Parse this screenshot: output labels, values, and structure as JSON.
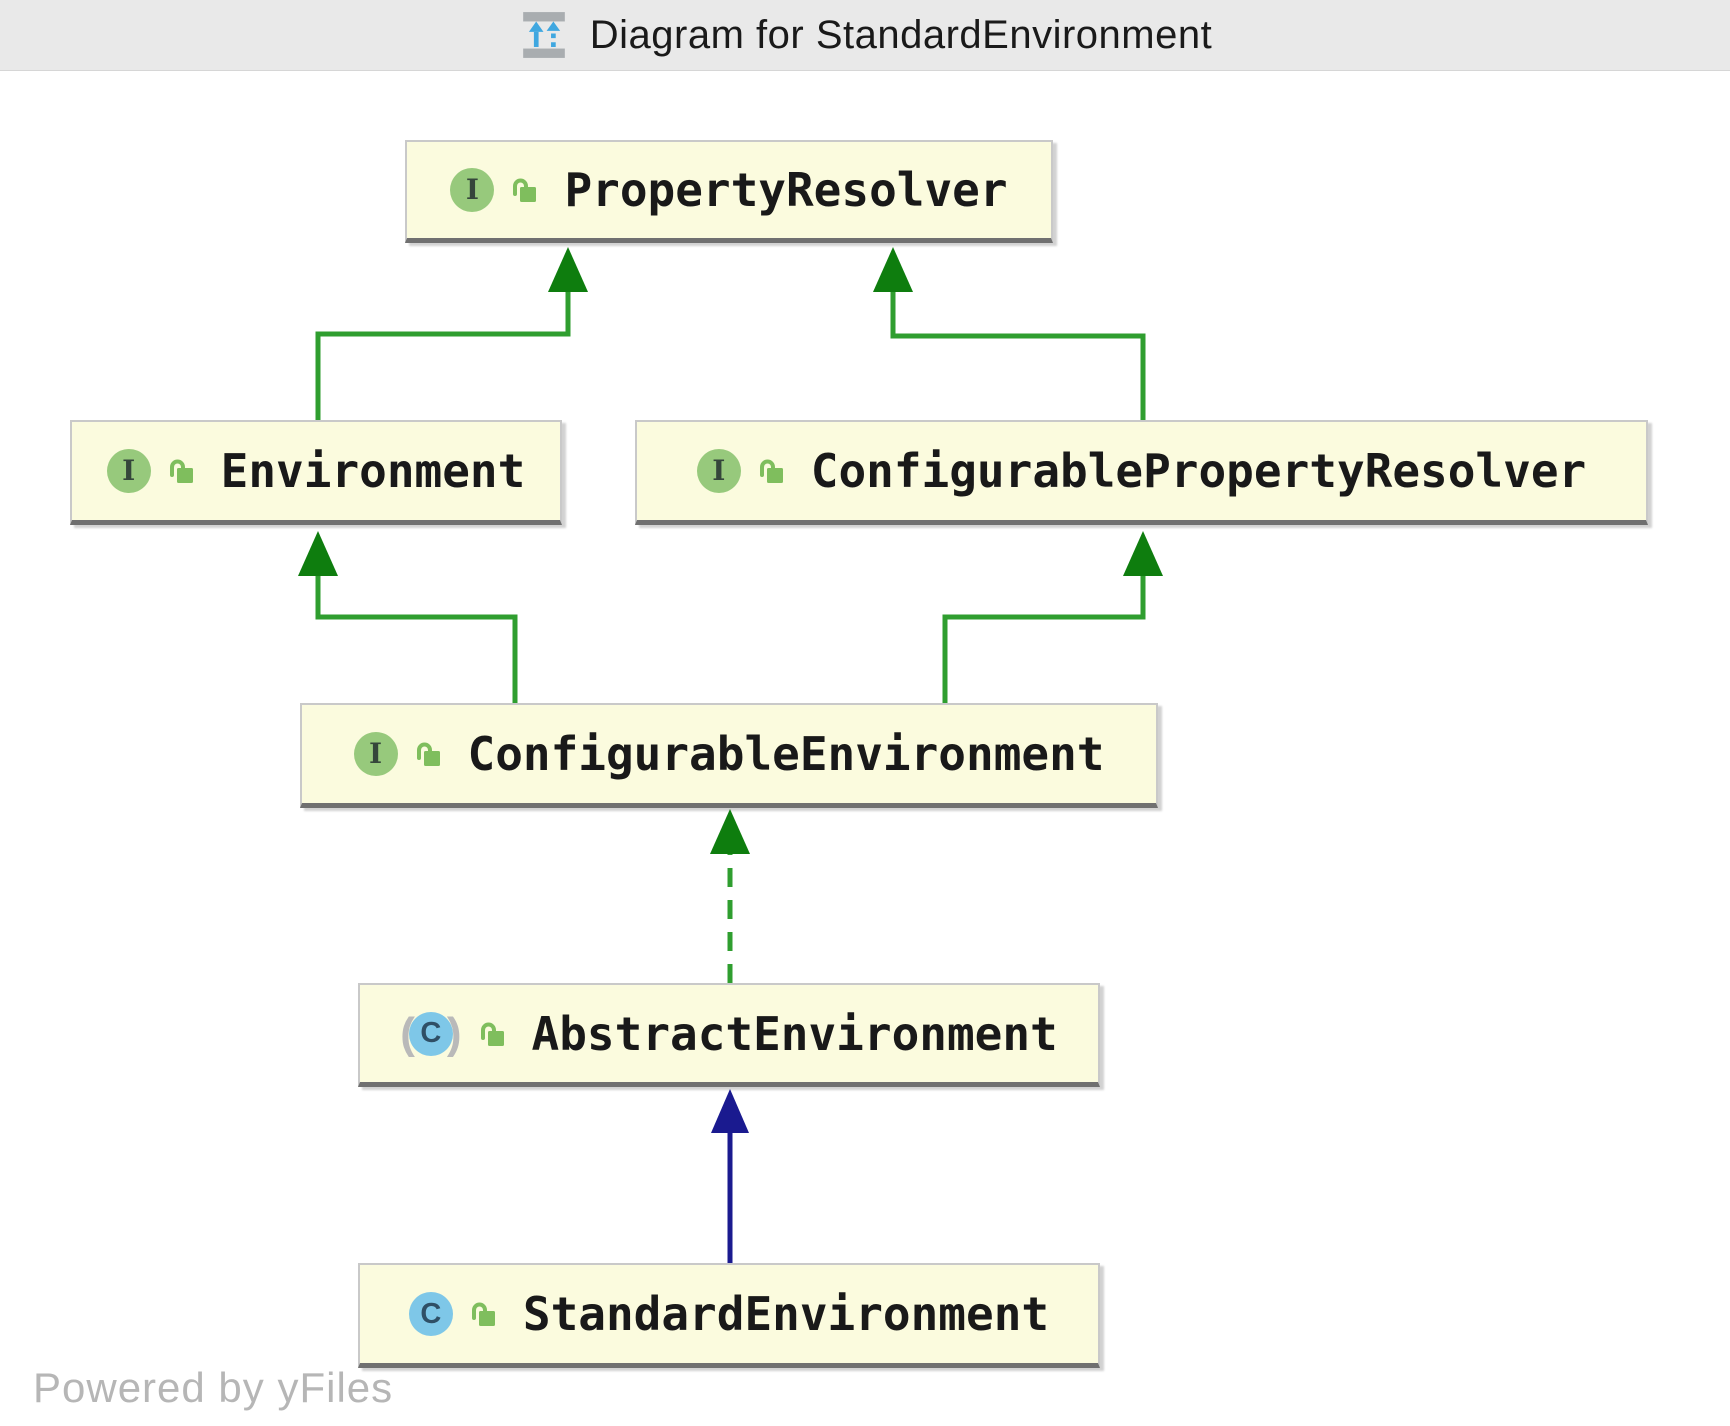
{
  "header": {
    "title": "Diagram for StandardEnvironment",
    "icon": "diagram-icon"
  },
  "watermark": "Powered by yFiles",
  "icons": {
    "interface_letter": "I",
    "class_letter": "C",
    "abstract_paren_open": "(",
    "abstract_paren_close": ")"
  },
  "colors": {
    "node_fill": "#fbfbde",
    "node_border": "#c9c9c9",
    "node_border_bottom": "#707070",
    "header_bg": "#e9e9e9",
    "green_line": "#2f9e2f",
    "green_head": "#0e7d0e",
    "navy_line": "#1a1a8f",
    "navy_head": "#1a1a8f",
    "interface_icon_green": "#97c97c",
    "class_icon_blue": "#7ec7e8",
    "lock_green": "#7fbe5d",
    "icon_arrow_blue": "#3fa7e0",
    "icon_bar_gray": "#a9adb0"
  },
  "nodes": [
    {
      "id": "property-resolver",
      "label": "PropertyResolver",
      "kind": "interface"
    },
    {
      "id": "environment",
      "label": "Environment",
      "kind": "interface"
    },
    {
      "id": "configurable-property-resolver",
      "label": "ConfigurablePropertyResolver",
      "kind": "interface"
    },
    {
      "id": "configurable-environment",
      "label": "ConfigurableEnvironment",
      "kind": "interface"
    },
    {
      "id": "abstract-environment",
      "label": "AbstractEnvironment",
      "kind": "abstract-class"
    },
    {
      "id": "standard-environment",
      "label": "StandardEnvironment",
      "kind": "class"
    }
  ],
  "edges": [
    {
      "from": "Environment",
      "to": "PropertyResolver",
      "relation": "extends",
      "line": "solid",
      "color": "#2f9e2f"
    },
    {
      "from": "ConfigurablePropertyResolver",
      "to": "PropertyResolver",
      "relation": "extends",
      "line": "solid",
      "color": "#2f9e2f"
    },
    {
      "from": "ConfigurableEnvironment",
      "to": "Environment",
      "relation": "extends",
      "line": "solid",
      "color": "#2f9e2f"
    },
    {
      "from": "ConfigurableEnvironment",
      "to": "ConfigurablePropertyResolver",
      "relation": "extends",
      "line": "solid",
      "color": "#2f9e2f"
    },
    {
      "from": "AbstractEnvironment",
      "to": "ConfigurableEnvironment",
      "relation": "implements",
      "line": "dashed",
      "color": "#2f9e2f"
    },
    {
      "from": "StandardEnvironment",
      "to": "AbstractEnvironment",
      "relation": "extends",
      "line": "solid",
      "color": "#1a1a8f"
    }
  ]
}
